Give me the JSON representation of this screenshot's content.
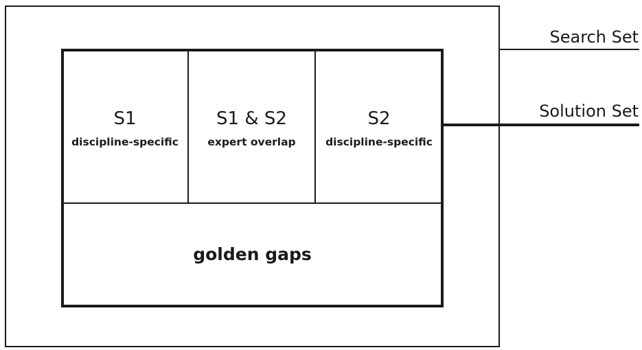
{
  "search_set": {
    "label": "Search Set"
  },
  "solution_set": {
    "label": "Solution Set"
  },
  "cells": {
    "s1": {
      "title": "S1",
      "subtitle": "discipline-specific"
    },
    "overlap": {
      "title": "S1 & S2",
      "subtitle": "expert overlap"
    },
    "s2": {
      "title": "S2",
      "subtitle": "discipline-specific"
    }
  },
  "golden_gaps": {
    "label": "golden gaps"
  }
}
